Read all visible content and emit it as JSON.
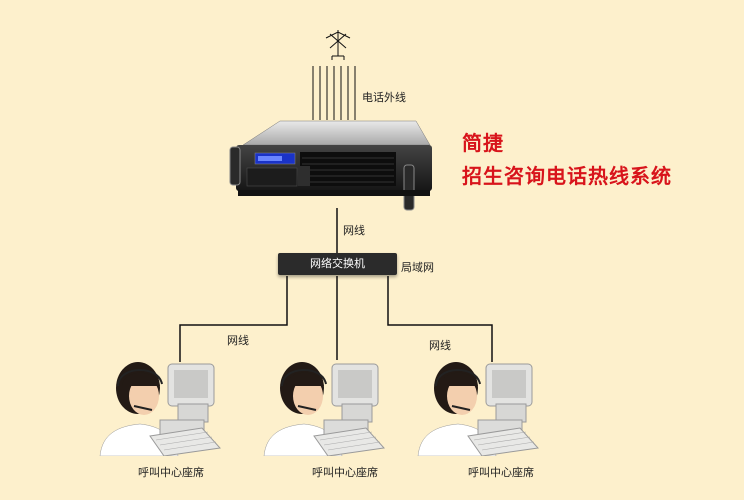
{
  "title": {
    "line1": "简捷",
    "line2": "招生咨询电话热线系统"
  },
  "labels": {
    "phone_line": "电话外线",
    "network_top": "网线",
    "switch": "网络交换机",
    "lan": "局域网",
    "network_left": "网线",
    "network_right": "网线"
  },
  "seats": [
    {
      "label": "呼叫中心座席"
    },
    {
      "label": "呼叫中心座席"
    },
    {
      "label": "呼叫中心座席"
    }
  ],
  "colors": {
    "background": "#fdf0cc",
    "title": "#d8141b",
    "switch": "#2b2b2b",
    "lines": "#000000"
  },
  "icons": [
    "antenna-icon",
    "server-icon",
    "switch-icon",
    "agent-icon",
    "computer-icon",
    "keyboard-icon"
  ]
}
